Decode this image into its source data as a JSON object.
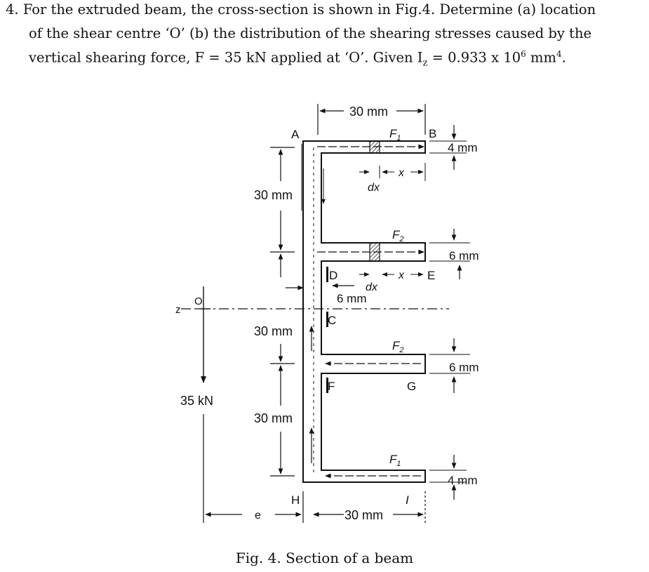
{
  "question": {
    "number": "4.",
    "line1": "For the extruded beam, the cross-section is shown in Fig.4. Determine (a) location",
    "line2": "of the shear centre ‘O’ (b) the distribution of the shearing stresses caused by the",
    "line3_pre": "vertical shearing force, F = 35 kN applied at ‘O’. Given I",
    "line3_sub": "z",
    "line3_mid": " = 0.933 x 10",
    "line3_sup": "6",
    "line3_post": " mm",
    "line3_sup2": "4",
    "line3_end": "."
  },
  "figure": {
    "caption": "Fig. 4. Section of a beam",
    "dims": {
      "top_width": "30 mm",
      "bottom_width": "30 mm",
      "left_30_a": "30 mm",
      "left_30_b": "30 mm",
      "left_30_c": "30 mm",
      "right_4_top": "4 mm",
      "right_6_a": "6 mm",
      "right_6_b": "6 mm",
      "right_4_bot": "4 mm",
      "web_6": "6 mm"
    },
    "points": {
      "A": "A",
      "B": "B",
      "C": "C",
      "D": "D",
      "E": "E",
      "F": "F",
      "G": "G",
      "H": "H",
      "I": "I",
      "O": "O",
      "z": "z",
      "e": "e"
    },
    "forces": {
      "F1_top": "F",
      "F1_top_sub": "1",
      "F2_a": "F",
      "F2_a_sub": "2",
      "F2_b": "F",
      "F2_b_sub": "2",
      "F1_bot": "F",
      "F1_bot_sub": "1"
    },
    "elements": {
      "dx_1": "dx",
      "x_1": "x",
      "dx_2": "dx",
      "x_2": "x"
    },
    "load": "35 kN"
  }
}
